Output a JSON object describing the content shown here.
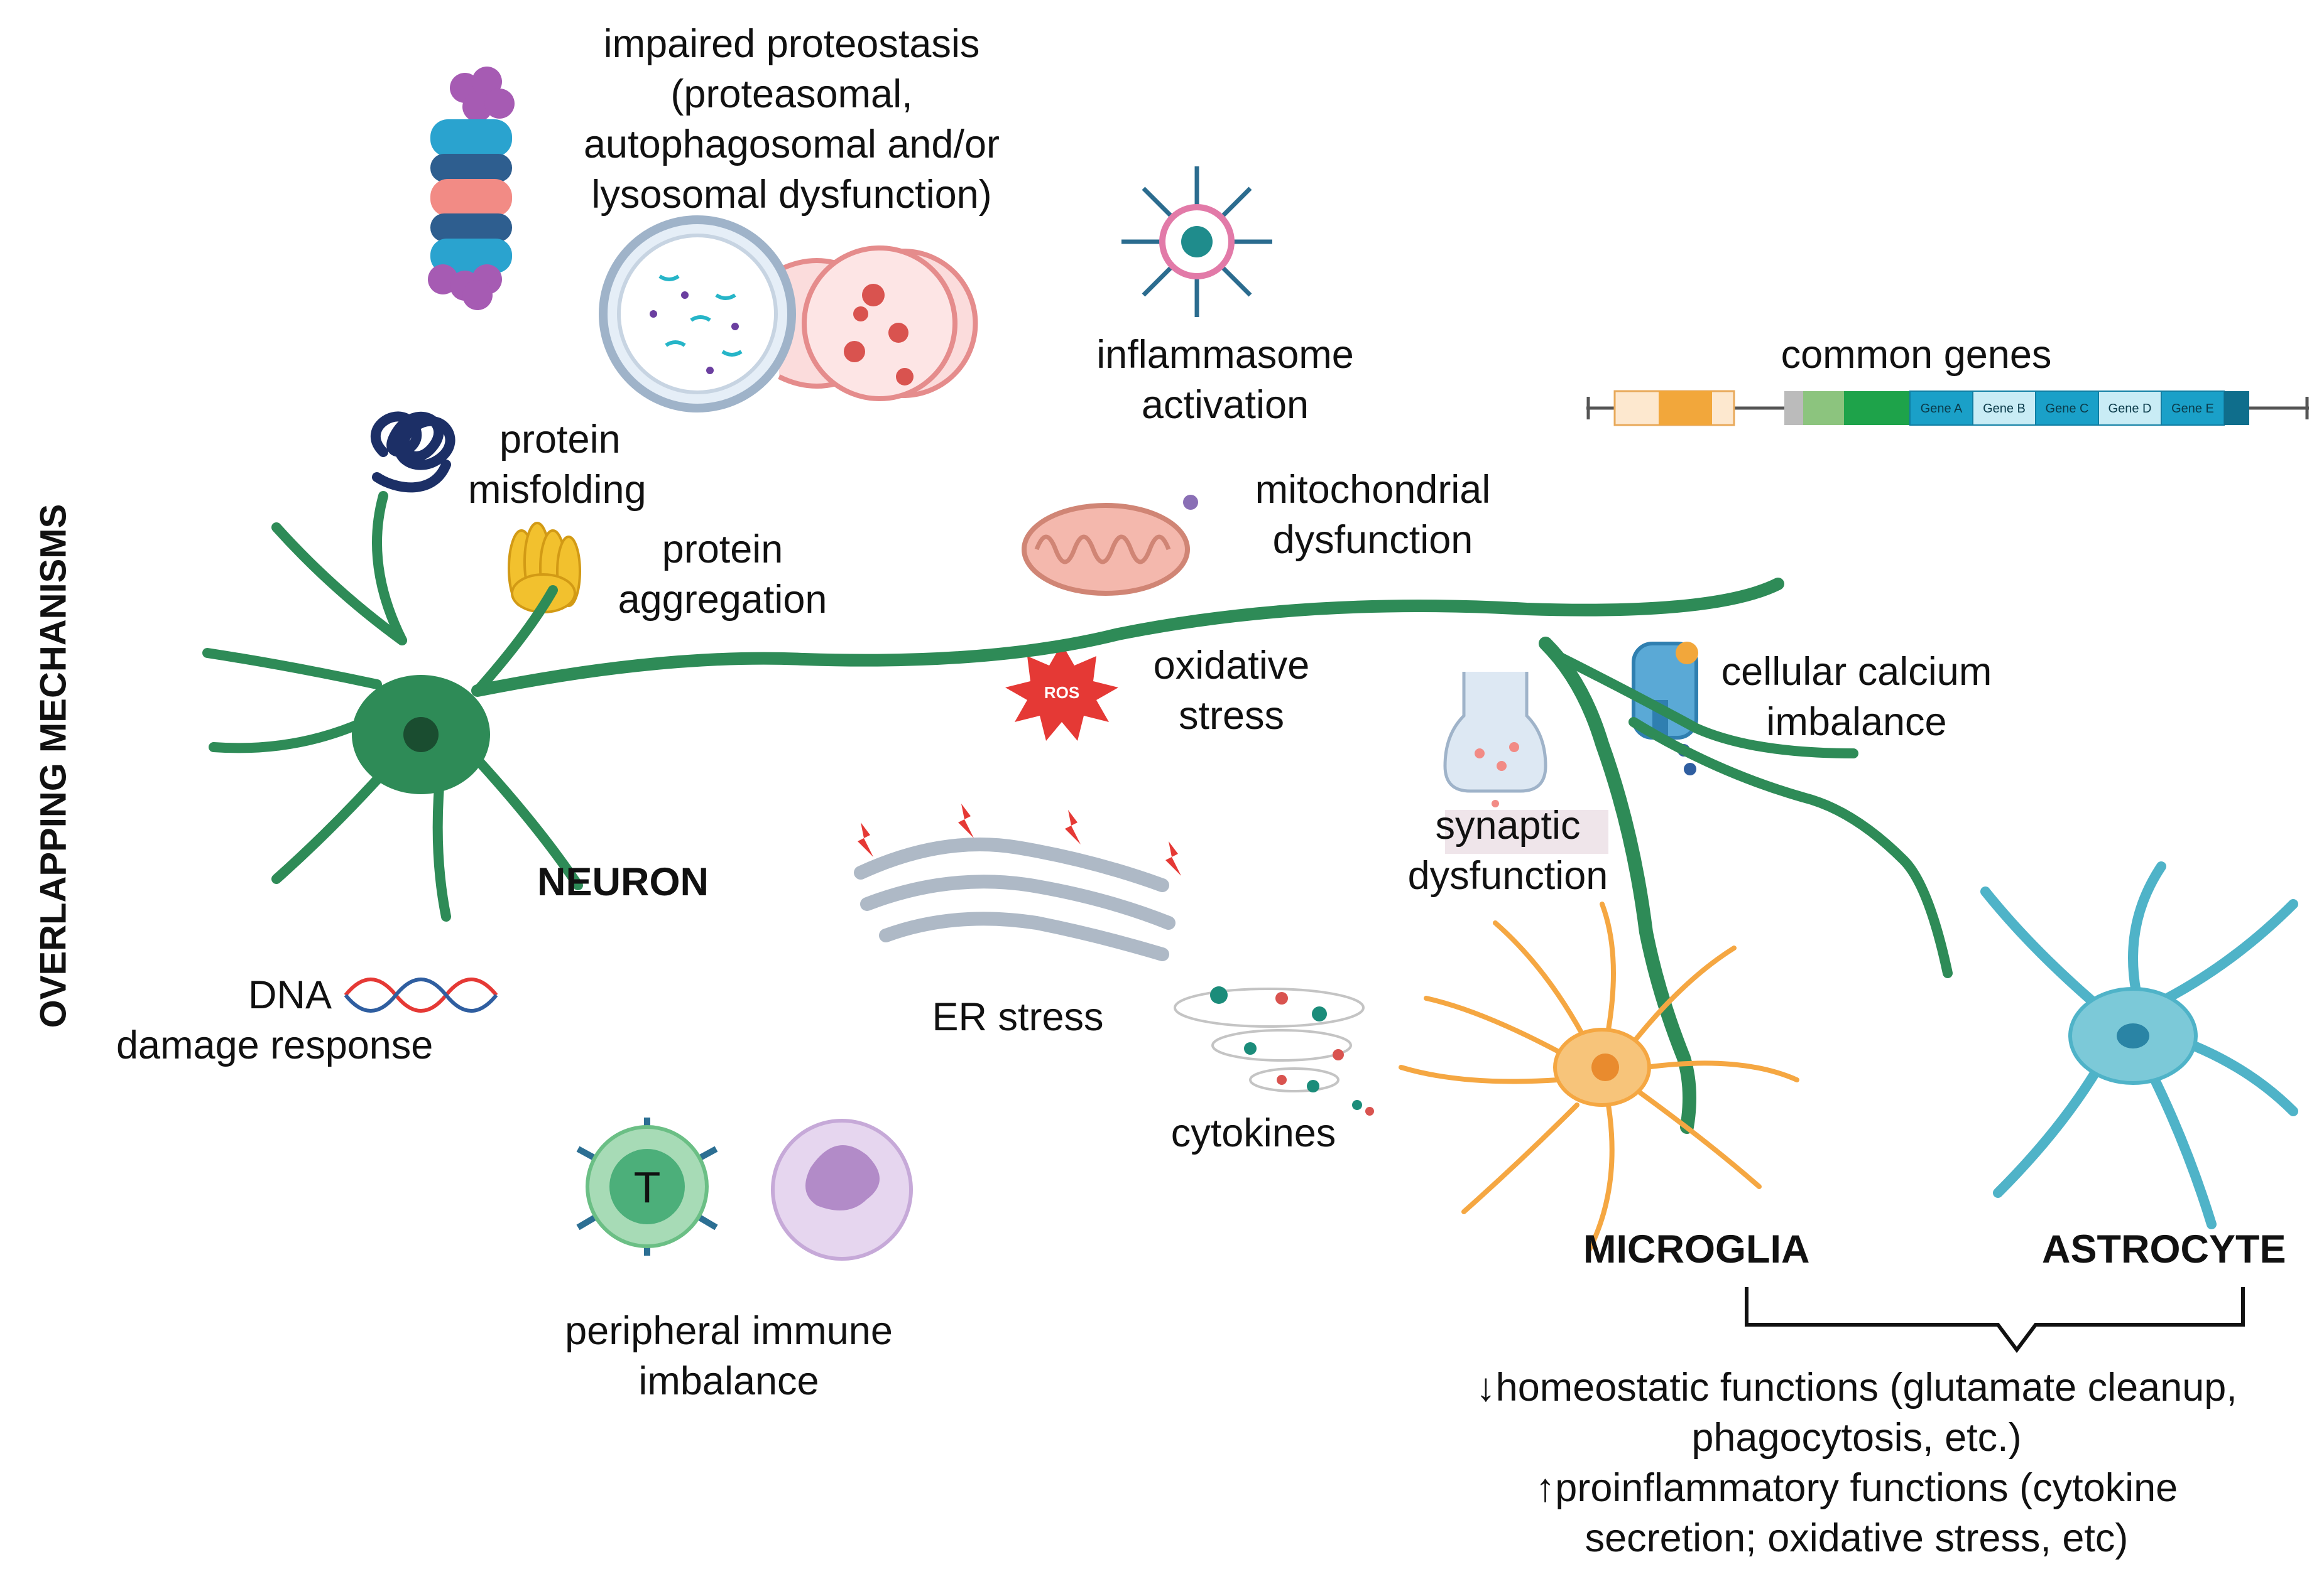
{
  "side_title": "OVERLAPPING MECHANISMS",
  "labels": {
    "proteostasis": [
      "impaired proteostasis",
      "(proteasomal,",
      "autophagosomal and/or",
      "lysosomal dysfunction)"
    ],
    "inflammasome": [
      "inflammasome",
      "activation"
    ],
    "common_genes": "common genes",
    "misfolding": [
      "protein",
      "misfolding"
    ],
    "aggregation": [
      "protein",
      "aggregation"
    ],
    "mitochondrial": [
      "mitochondrial",
      "dysfunction"
    ],
    "oxidative": [
      "oxidative",
      "stress"
    ],
    "calcium": [
      "cellular calcium",
      "imbalance"
    ],
    "synaptic": [
      "synaptic",
      "dysfunction"
    ],
    "neuron": "NEURON",
    "dna": [
      "DNA",
      "damage response"
    ],
    "er": "ER stress",
    "cytokines": "cytokines",
    "microglia": "MICROGLIA",
    "astrocyte": "ASTROCYTE",
    "peripheral": [
      "peripheral immune",
      "imbalance"
    ],
    "ros": "ROS",
    "tcell": "T"
  },
  "genes": [
    "Gene A",
    "Gene B",
    "Gene C",
    "Gene D",
    "Gene E"
  ],
  "footnote": [
    "↓homeostatic functions (glutamate cleanup,",
    "phagocytosis, etc.)",
    "↑proinflammatory  functions (cytokine",
    "secretion; oxidative stress, etc)"
  ],
  "colors": {
    "neuron": "#2e8b57",
    "microglia": "#f5a742",
    "astrocyte": "#4fb3c8",
    "mito": "#e8a08f",
    "ros": "#e53935",
    "tcell": "#4caf7a"
  }
}
